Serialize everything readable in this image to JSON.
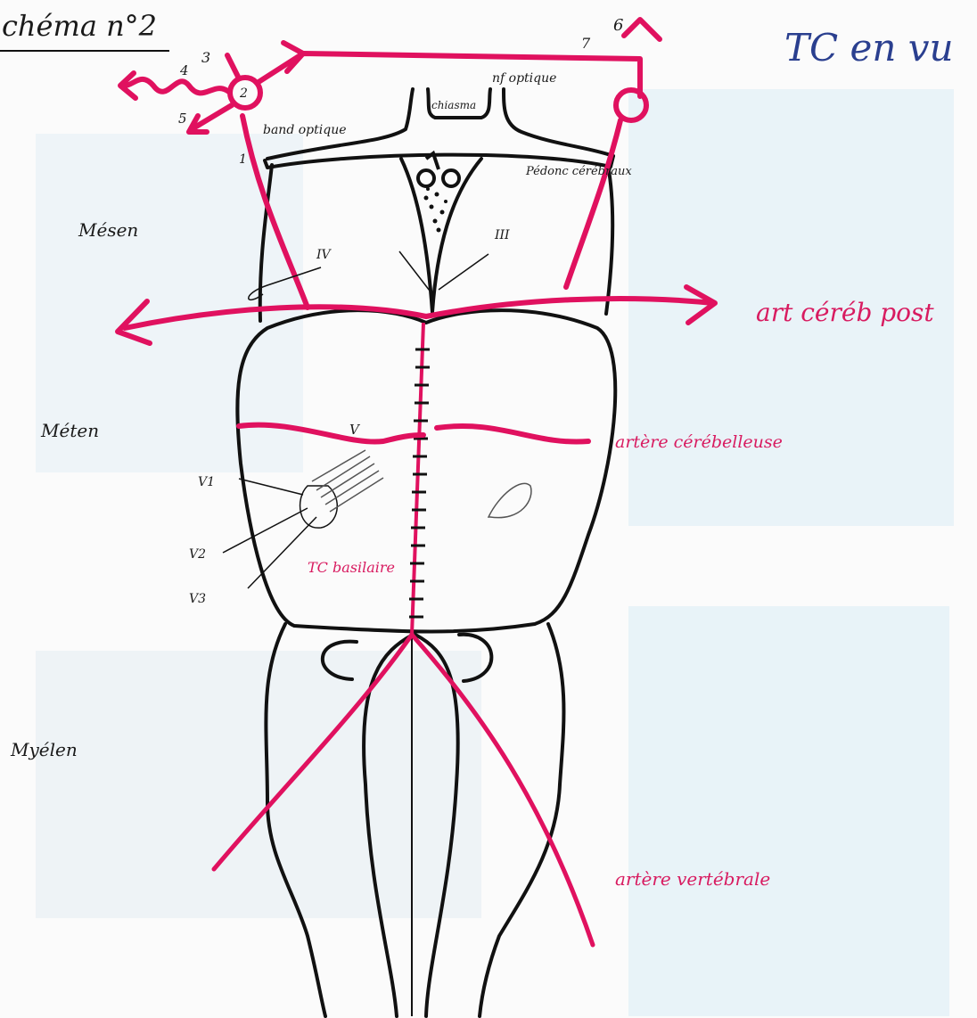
{
  "colors": {
    "ink": "#111111",
    "artery": "#e0115f",
    "title_blue": "#2a3f8f",
    "pencil": "#8a8a8a",
    "panel_blue": "#eaf3f8"
  },
  "header": {
    "schema_title": "chéma n°2",
    "main_title": "TC en vu"
  },
  "levels": {
    "mesen": "Mésen",
    "meten": "Méten",
    "myelen": "Myélen"
  },
  "structure_labels": {
    "bandelette_optique": "band optique",
    "chiasma": "chiasma",
    "nerf_optique": "nf optique",
    "pedoncule": "Pédonc cérébraux"
  },
  "nerves": {
    "iv": "IV",
    "iii": "III",
    "v": "V",
    "v1": "V1",
    "v2": "V2",
    "v3": "V3"
  },
  "arteries": {
    "cerebrale_posterieure": "art céréb post",
    "cerebelleuse": "artère cérébelleuse",
    "basilaire": "TC basilaire",
    "vertebrale": "artère vertébrale"
  },
  "numbers": {
    "n1": "1",
    "n2": "2",
    "n3": "3",
    "n4": "4",
    "n5": "5",
    "n6": "6",
    "n7": "7"
  }
}
